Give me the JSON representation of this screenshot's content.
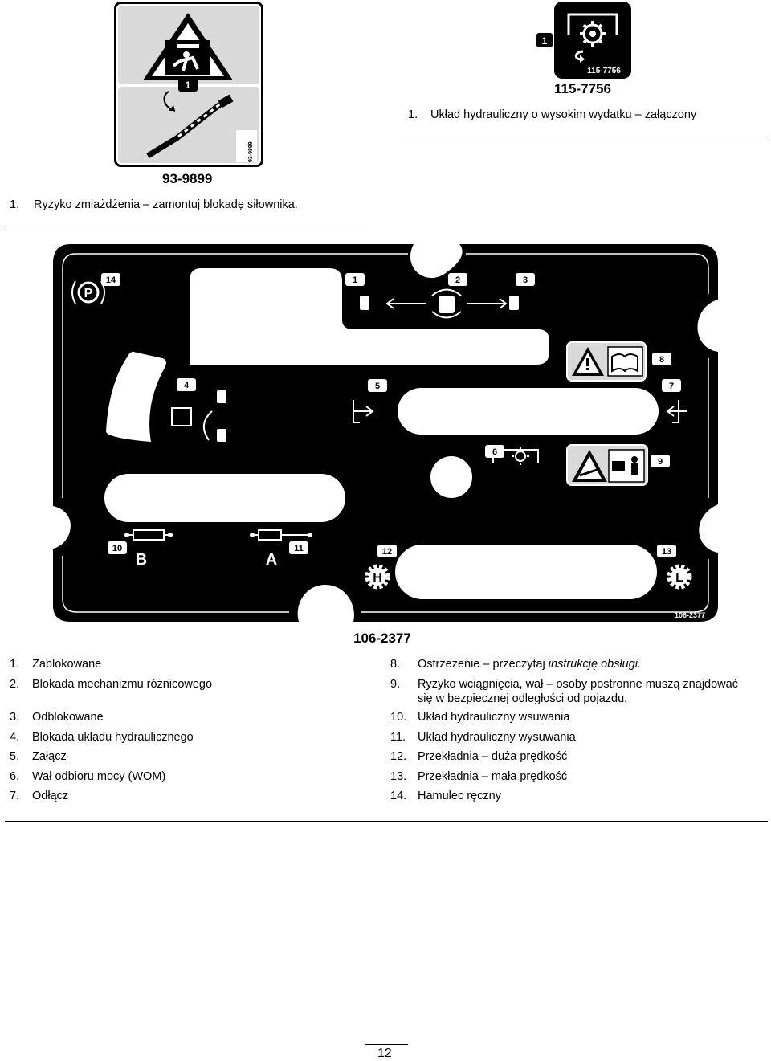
{
  "decal_93_9899": {
    "code": "93-9899",
    "side_code": "93-9899",
    "callout": "1",
    "caption_num": "1.",
    "caption": "Ryzyko zmiażdżenia – zamontuj blokadę siłownika."
  },
  "decal_115_7756": {
    "code": "115-7756",
    "inner_code": "115-7756",
    "callout": "1",
    "caption_num": "1.",
    "caption": "Układ hydrauliczny o wysokim wydatku – załączony"
  },
  "decal_106_2377": {
    "code": "106-2377",
    "inner_code": "106-2377",
    "callouts": [
      "1",
      "2",
      "3",
      "4",
      "5",
      "6",
      "7",
      "8",
      "9",
      "10",
      "11",
      "12",
      "13",
      "14"
    ],
    "letters": {
      "b": "B",
      "a": "A",
      "h": "H",
      "l": "L",
      "p": "P"
    }
  },
  "legend_left": [
    {
      "n": "1.",
      "t": "Zablokowane"
    },
    {
      "n": "2.",
      "t": "Blokada mechanizmu różnicowego"
    },
    {
      "n": "3.",
      "t": "Odblokowane"
    },
    {
      "n": "4.",
      "t": "Blokada układu hydraulicznego"
    },
    {
      "n": "5.",
      "t": "Załącz"
    },
    {
      "n": "6.",
      "t": "Wał odbioru mocy (WOM)"
    },
    {
      "n": "7.",
      "t": "Odłącz"
    }
  ],
  "legend_right": [
    {
      "n": "8.",
      "t": "Ostrzeżenie – przeczytaj ",
      "i": "instrukcję obsługi."
    },
    {
      "n": "9.",
      "t": "Ryzyko wciągnięcia, wał – osoby postronne muszą znajdować",
      "t2": "się w bezpiecznej odległości od pojazdu."
    },
    {
      "n": "10.",
      "t": "Układ hydrauliczny wsuwania"
    },
    {
      "n": "11.",
      "t": "Układ hydrauliczny wysuwania"
    },
    {
      "n": "12.",
      "t": "Przekładnia – duża prędkość"
    },
    {
      "n": "13.",
      "t": "Przekładnia – mała prędkość"
    },
    {
      "n": "14.",
      "t": "Hamulec ręczny"
    }
  ],
  "page_number": "12"
}
